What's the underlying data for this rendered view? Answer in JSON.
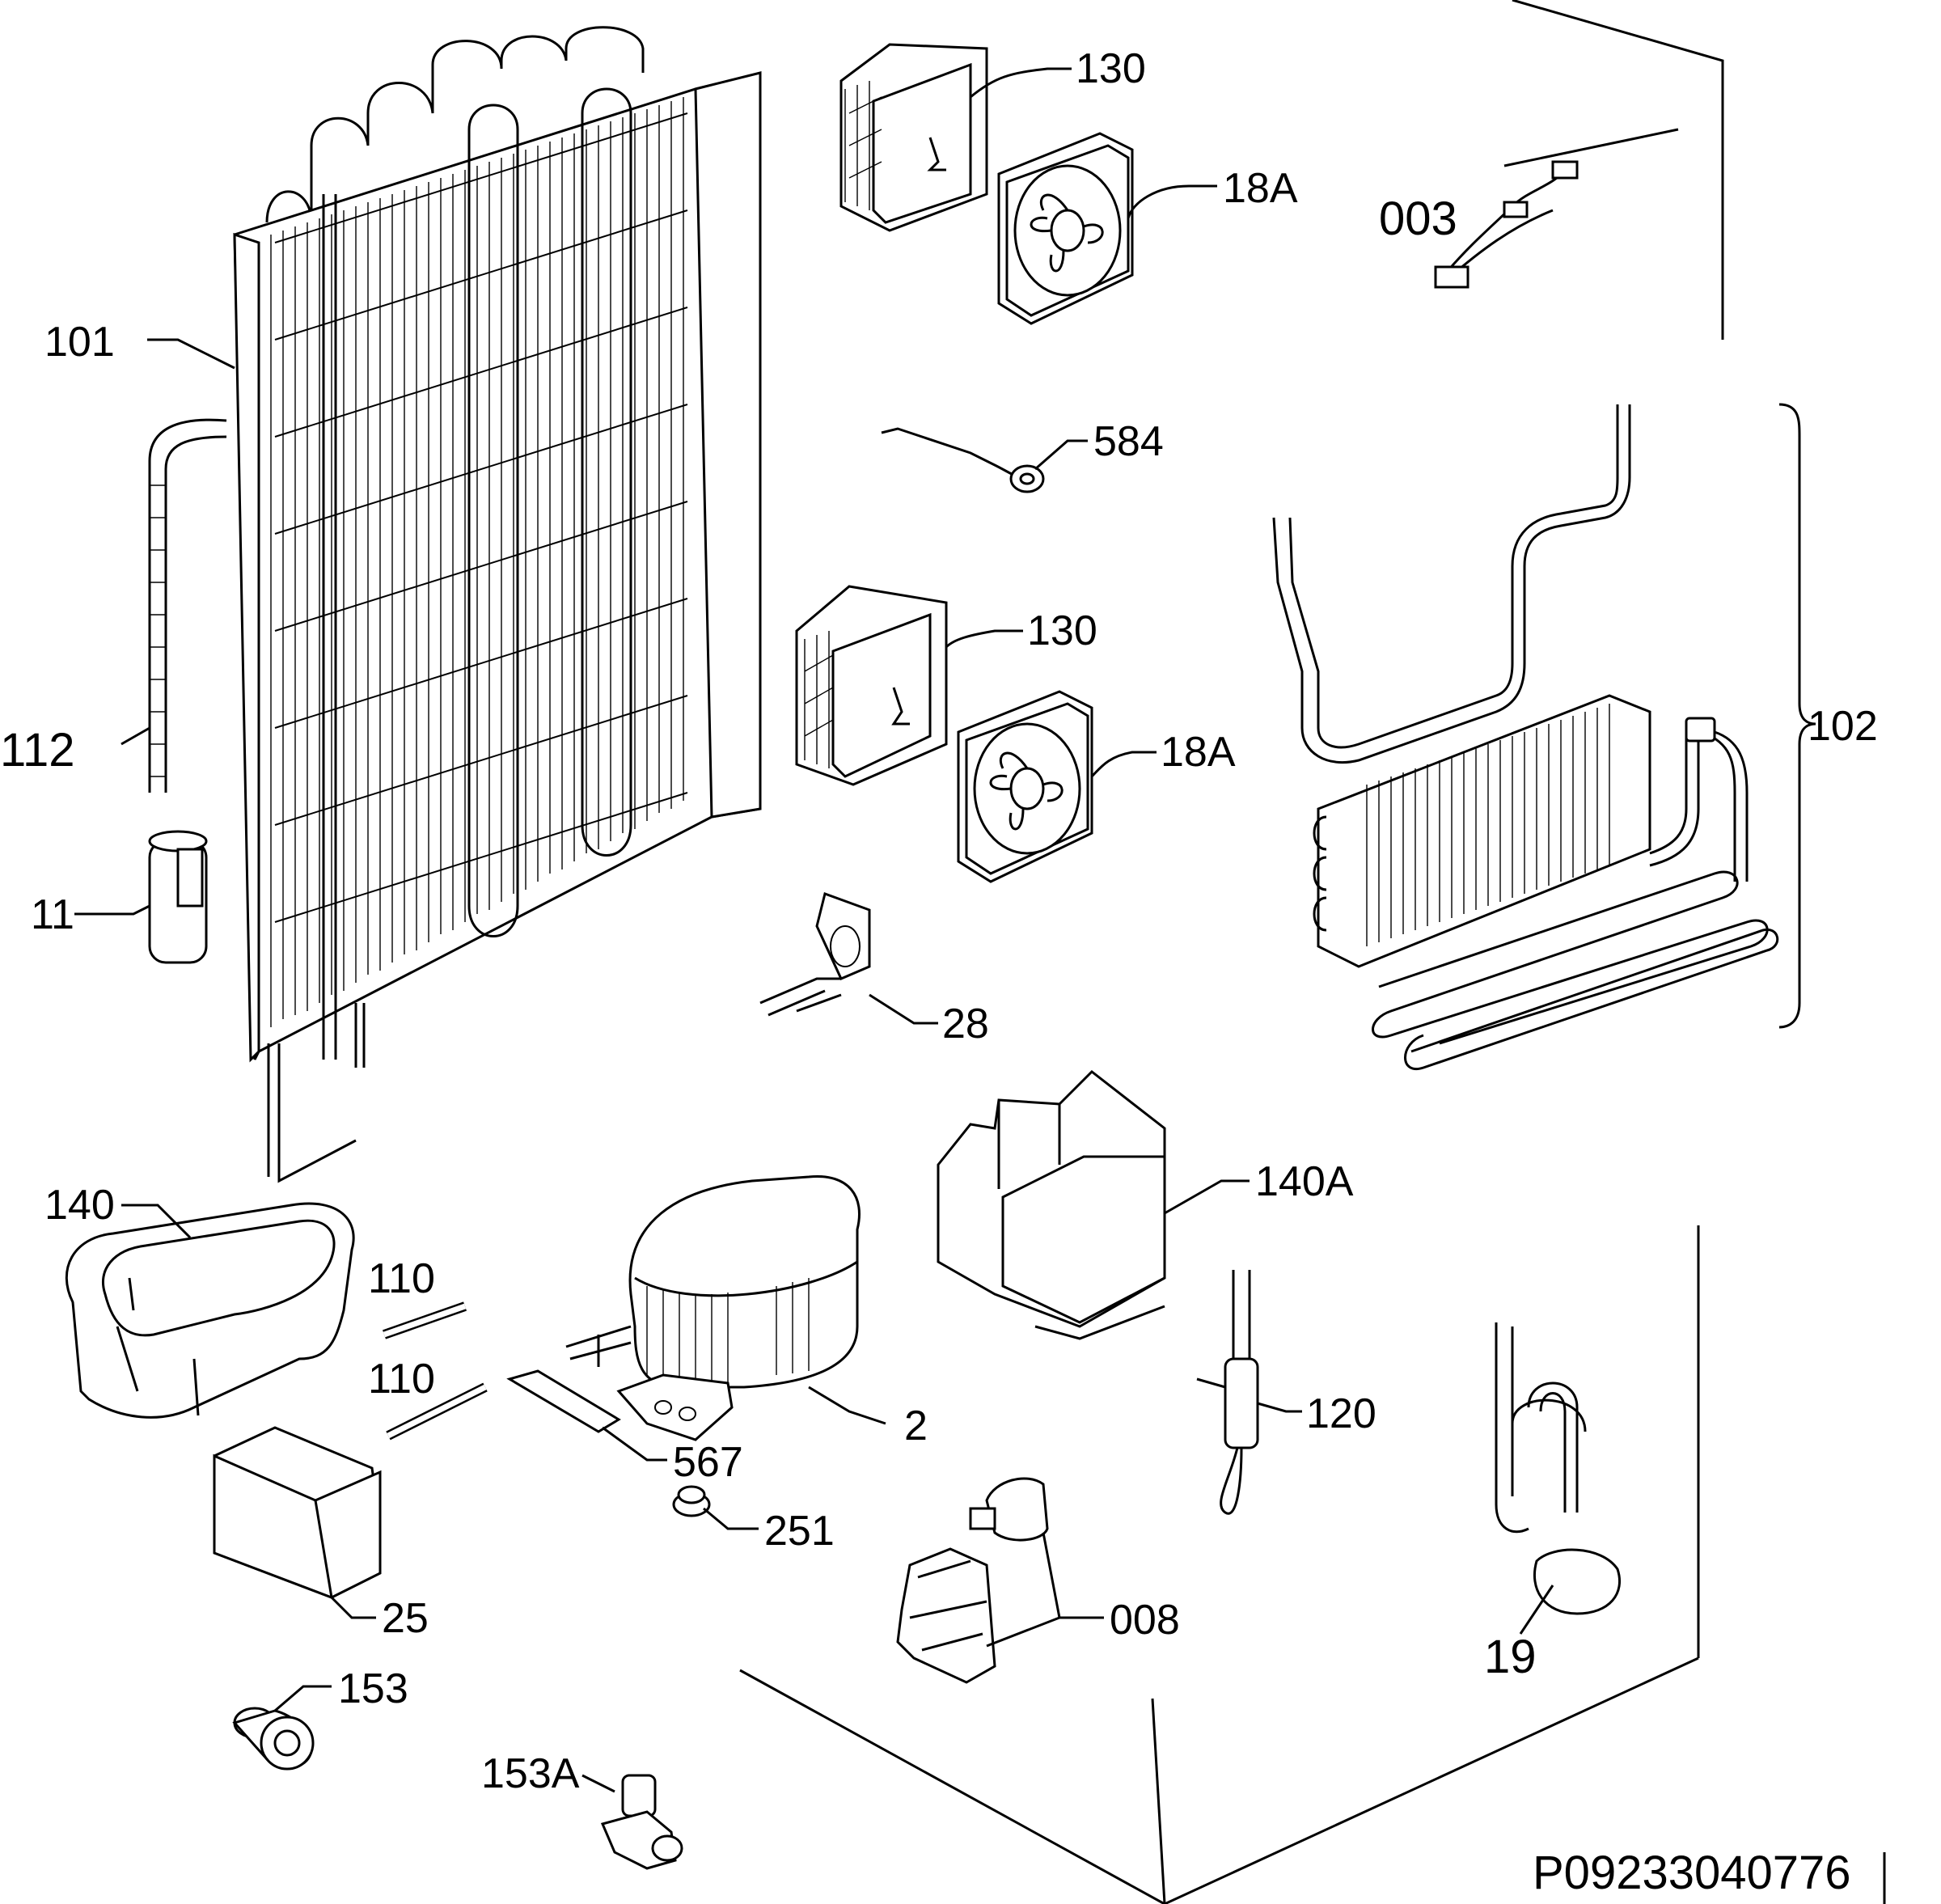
{
  "diagram": {
    "document_code": "P09233040776",
    "callouts": [
      {
        "id": "130-top",
        "label": "130"
      },
      {
        "id": "18a-top",
        "label": "18A"
      },
      {
        "id": "003",
        "label": "003"
      },
      {
        "id": "101",
        "label": "101"
      },
      {
        "id": "584",
        "label": "584"
      },
      {
        "id": "102",
        "label": "102"
      },
      {
        "id": "130-mid",
        "label": "130"
      },
      {
        "id": "112",
        "label": "112"
      },
      {
        "id": "18a-mid",
        "label": "18A"
      },
      {
        "id": "11",
        "label": "11"
      },
      {
        "id": "28",
        "label": "28"
      },
      {
        "id": "140a",
        "label": "140A"
      },
      {
        "id": "140",
        "label": "140"
      },
      {
        "id": "110-a",
        "label": "110"
      },
      {
        "id": "110-b",
        "label": "110"
      },
      {
        "id": "2",
        "label": "2"
      },
      {
        "id": "120",
        "label": "120"
      },
      {
        "id": "567",
        "label": "567"
      },
      {
        "id": "251",
        "label": "251"
      },
      {
        "id": "008",
        "label": "008"
      },
      {
        "id": "25",
        "label": "25"
      },
      {
        "id": "19",
        "label": "19"
      },
      {
        "id": "153",
        "label": "153"
      },
      {
        "id": "153a",
        "label": "153A"
      }
    ]
  }
}
